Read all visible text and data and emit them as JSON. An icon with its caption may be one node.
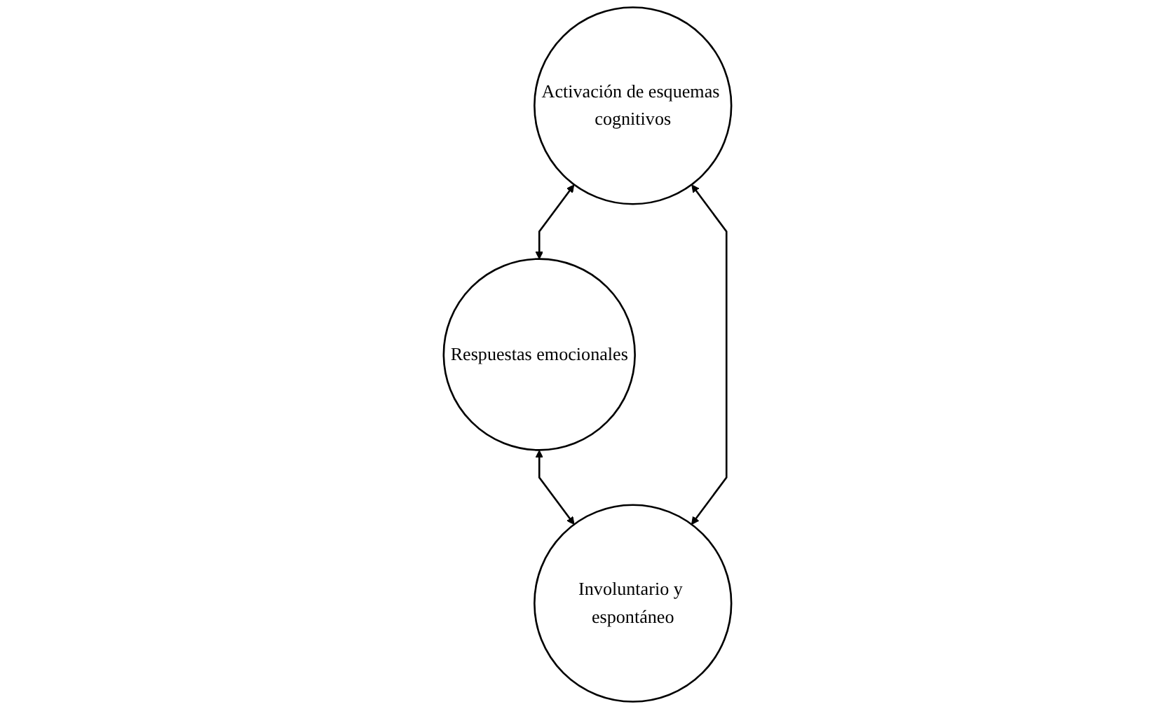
{
  "diagram": {
    "nodes": [
      {
        "text": [
          "Respuestas emocionales"
        ]
      },
      {
        "text": [
          "Activación de esquemas cognitivos"
        ]
      },
      {
        "text": [
          "Involuntario y espontáneo"
        ]
      }
    ],
    "edges": [
      {
        "from": 1,
        "to": 0,
        "arrow": "both"
      },
      {
        "from": 0,
        "to": 2,
        "arrow": "both"
      },
      {
        "from": 1,
        "to": 2,
        "arrow": "both"
      }
    ]
  }
}
